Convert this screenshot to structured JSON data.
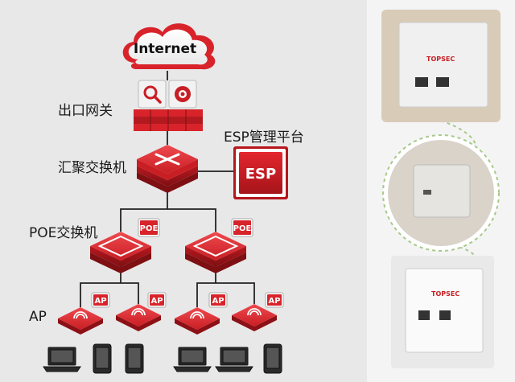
{
  "nodes": {
    "internet": "Internet",
    "gateway": "出口网关",
    "aggregation": "汇聚交换机",
    "esp_platform": "ESP管理平台",
    "esp_badge": "ESP",
    "poe_switch": "POE交换机",
    "poe_badge": "POE",
    "ap": "AP",
    "ap_badge": "AP"
  },
  "photos": {
    "brand": "TOPSEC"
  },
  "colors": {
    "device_red": "#d8232a",
    "device_dark_red": "#9e1418",
    "line": "#222222",
    "background": "#e8e8e8",
    "dashed_link": "#a8c98a"
  }
}
